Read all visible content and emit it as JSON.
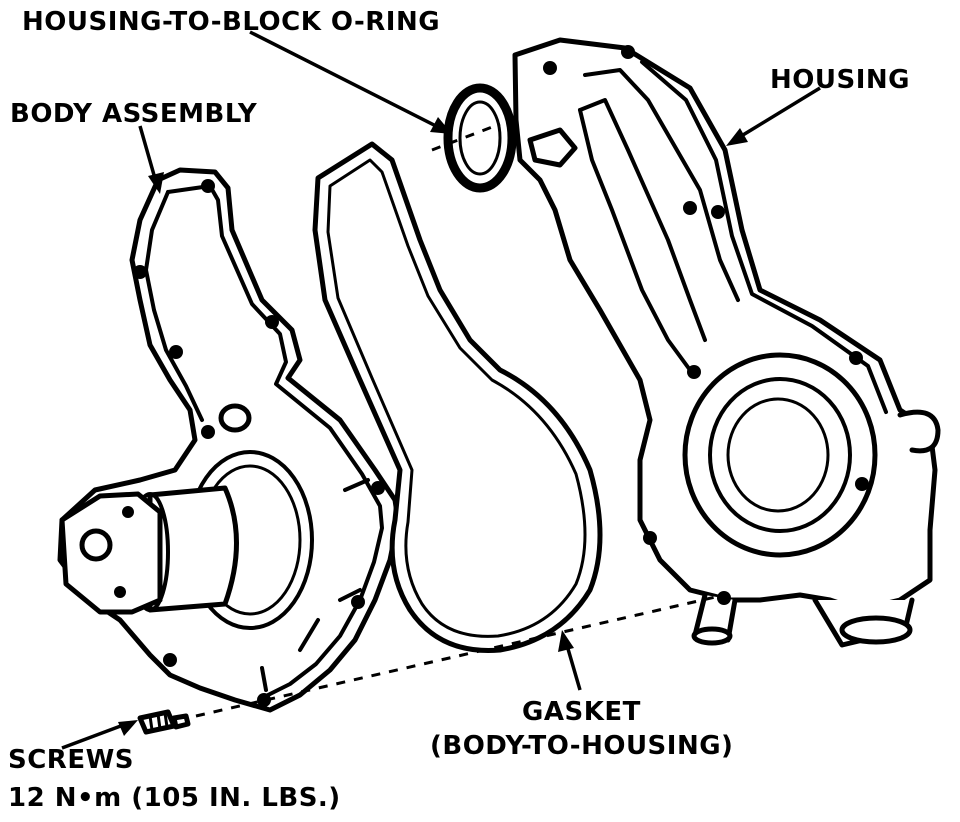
{
  "labels": {
    "oring": "HOUSING-TO-BLOCK O-RING",
    "body_assembly": "BODY ASSEMBLY",
    "housing": "HOUSING",
    "gasket_line1": "GASKET",
    "gasket_line2": "(BODY-TO-HOUSING)",
    "screws_line1": "SCREWS",
    "screws_line2": "12 N•m (105 IN. LBS.)"
  },
  "colors": {
    "ink": "#000000",
    "paper": "#ffffff"
  }
}
